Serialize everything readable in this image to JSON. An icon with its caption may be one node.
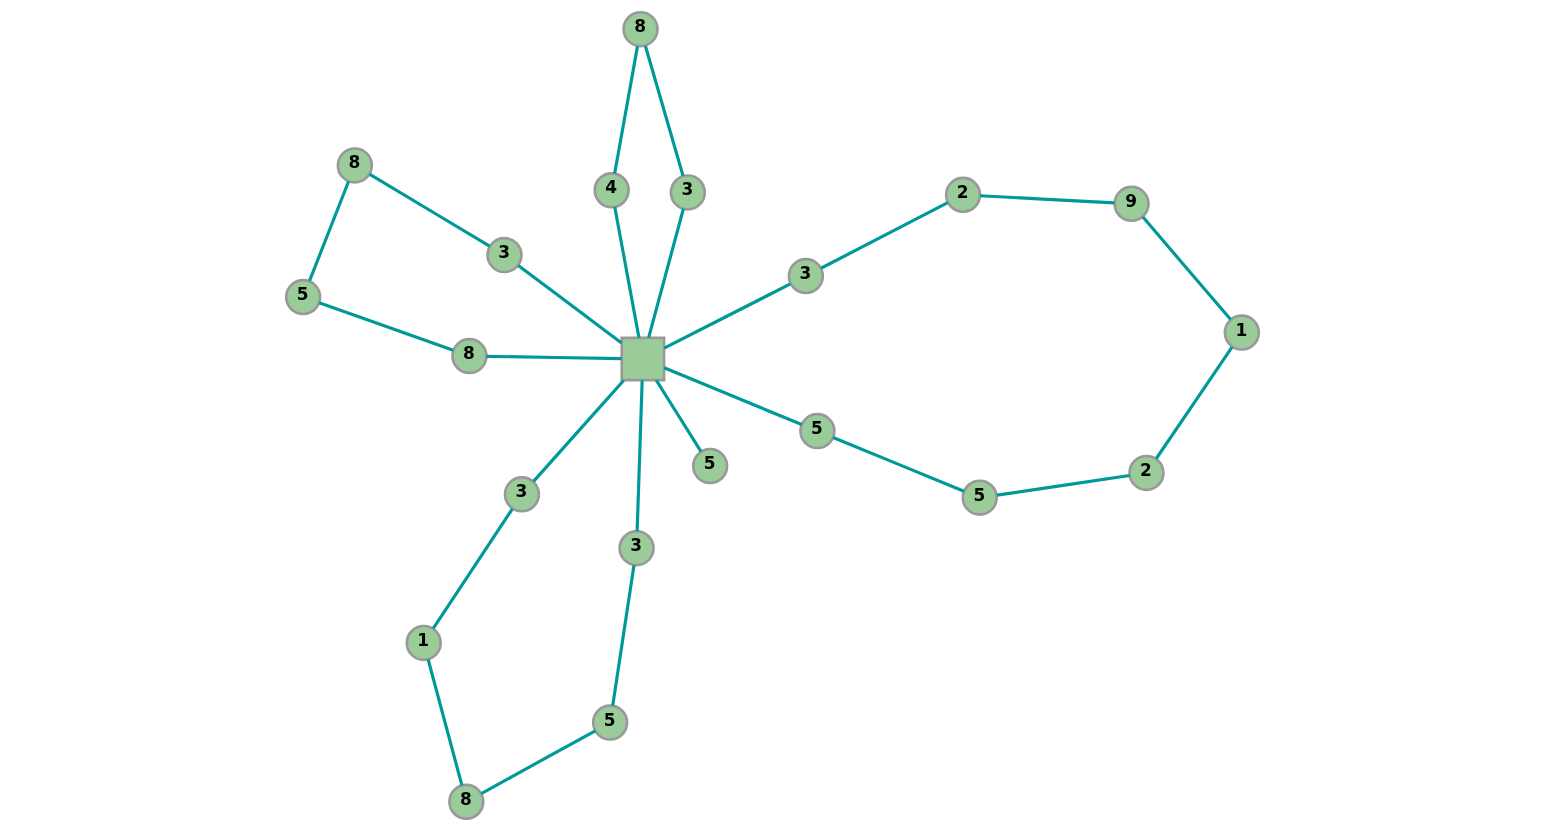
{
  "diagram": {
    "nodes": [
      {
        "text": [],
        "shape": "box"
      },
      {
        "text": [
          "3"
        ]
      },
      {
        "text": [
          "8"
        ]
      },
      {
        "text": [
          "5"
        ]
      },
      {
        "text": [
          "4"
        ]
      },
      {
        "text": [
          "8"
        ]
      },
      {
        "text": [
          "1"
        ]
      },
      {
        "text": [
          "5"
        ]
      },
      {
        "text": [
          "8"
        ]
      },
      {
        "text": [
          "3"
        ]
      },
      {
        "text": [
          "3"
        ]
      },
      {
        "text": [
          "5"
        ]
      },
      {
        "text": [
          "3"
        ]
      },
      {
        "text": [
          "3"
        ]
      },
      {
        "text": [
          "2"
        ]
      },
      {
        "text": [
          "2"
        ]
      },
      {
        "text": [
          "9"
        ]
      },
      {
        "text": [
          "8"
        ]
      },
      {
        "text": [
          "5"
        ]
      },
      {
        "text": [
          "5"
        ]
      },
      {
        "text": [
          "1"
        ]
      }
    ],
    "edges": [
      {
        "from": 0,
        "to": 1,
        "arrow": "none"
      },
      {
        "from": 1,
        "to": 5,
        "arrow": "none"
      },
      {
        "from": 5,
        "to": 4,
        "arrow": "none"
      },
      {
        "from": 4,
        "to": 0,
        "arrow": "none"
      },
      {
        "from": 7,
        "to": 0,
        "arrow": "none"
      },
      {
        "from": 8,
        "to": 0,
        "arrow": "none"
      },
      {
        "from": 8,
        "to": 11,
        "arrow": "none"
      },
      {
        "from": 11,
        "to": 17,
        "arrow": "none"
      },
      {
        "from": 17,
        "to": 12,
        "arrow": "none"
      },
      {
        "from": 12,
        "to": 0,
        "arrow": "none"
      },
      {
        "from": 0,
        "to": 9,
        "arrow": "none"
      },
      {
        "from": 9,
        "to": 3,
        "arrow": "none"
      },
      {
        "from": 3,
        "to": 2,
        "arrow": "none"
      },
      {
        "from": 2,
        "to": 6,
        "arrow": "none"
      },
      {
        "from": 6,
        "to": 10,
        "arrow": "none"
      },
      {
        "from": 10,
        "to": 0,
        "arrow": "none"
      },
      {
        "from": 0,
        "to": 13,
        "arrow": "none"
      },
      {
        "from": 13,
        "to": 14,
        "arrow": "none"
      },
      {
        "from": 14,
        "to": 16,
        "arrow": "none"
      },
      {
        "from": 16,
        "to": 20,
        "arrow": "none"
      },
      {
        "from": 20,
        "to": 15,
        "arrow": "none"
      },
      {
        "from": 15,
        "to": 19,
        "arrow": "none"
      },
      {
        "from": 19,
        "to": 18,
        "arrow": "none"
      },
      {
        "from": 18,
        "to": 0,
        "arrow": "none"
      }
    ]
  }
}
